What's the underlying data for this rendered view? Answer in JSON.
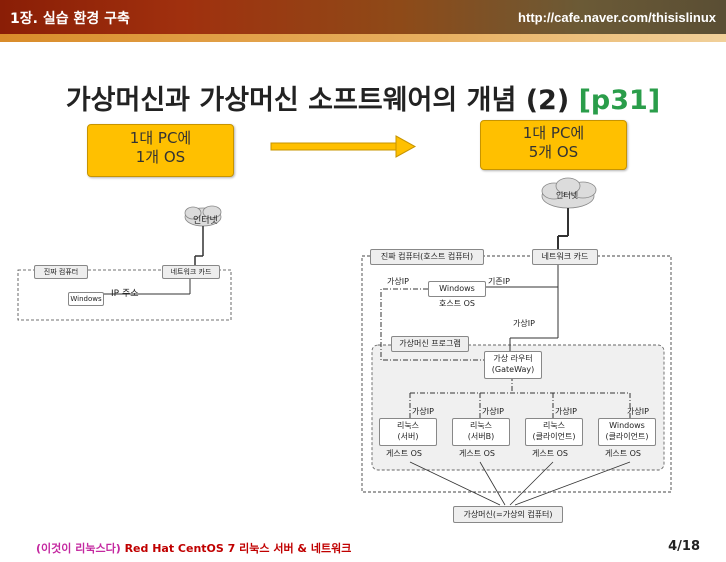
{
  "header": {
    "chapter": "1장. 실습 환경 구축",
    "url": "http://cafe.naver.com/thisislinux"
  },
  "title": {
    "main": "가상머신과 가상머신 소프트웨어의 개념 (2)",
    "page_ref": "[p31]"
  },
  "left_box": {
    "line1": "1대 PC에",
    "line2": "1개 OS"
  },
  "right_box": {
    "line1": "1대 PC에",
    "line2": "5개 OS"
  },
  "left_diagram": {
    "cloud": "인터넷",
    "real_pc": "진짜 컴퓨터",
    "nic": "네트워크 카드",
    "windows": "Windows",
    "ip": "IP 주소"
  },
  "right_diagram": {
    "cloud": "인터넷",
    "real_pc": "진짜 컴퓨터(호스트 컴퓨터)",
    "nic": "네트워크 카드",
    "virtual_ip": "가상IP",
    "existing_ip": "기존IP",
    "windows": "Windows",
    "host_os": "호스트 OS",
    "vm_program": "가상머신 프로그램",
    "router_line1": "가상 라우터",
    "router_line2": "(GateWay)",
    "guests": [
      {
        "line1": "리눅스",
        "line2": "(서버)",
        "ip": "가상IP",
        "os": "게스트 OS"
      },
      {
        "line1": "리눅스",
        "line2": "(서버B)",
        "ip": "가상IP",
        "os": "게스트 OS"
      },
      {
        "line1": "리눅스",
        "line2": "(클라이언트)",
        "ip": "가상IP",
        "os": "게스트 OS"
      },
      {
        "line1": "Windows",
        "line2": "(클라이언트)",
        "ip": "가상IP",
        "os": "게스트 OS"
      }
    ],
    "vm_caption": "가상머신(=가상의 컴퓨터)"
  },
  "footer": {
    "part1": "(이것이 리눅스다)",
    "part2": "Red Hat CentOS 7",
    "part3": "리눅스 서버 & 네트워크",
    "page": "4/18"
  },
  "colors": {
    "accent_yellow": "#ffc000",
    "title_green": "#2a9d4a",
    "header_red": "#8a1e06"
  }
}
